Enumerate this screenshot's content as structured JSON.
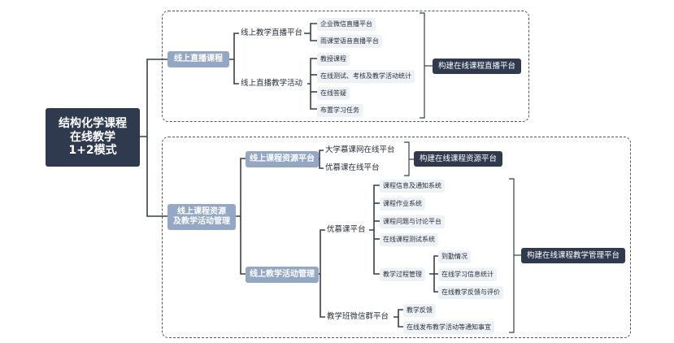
{
  "root": {
    "lines": [
      "结构化学课程",
      "在线教学",
      "1+2模式"
    ]
  },
  "section_live": {
    "title": "线上直播课程",
    "platform_node": "线上教学直播平台",
    "platforms": [
      "企业微信直播平台",
      "雨课堂语音直播平台"
    ],
    "activity_node": "线上直播教学活动",
    "activities": [
      "教授课程",
      "在线测试、考核及教学活动统计",
      "在线答疑",
      "布置学习任务"
    ],
    "summary": "构建在线课程直播平台"
  },
  "section_resource": {
    "title_lines": [
      "线上课程资源",
      "及教学活动管理"
    ],
    "resource_node": "线上课程资源平台",
    "resource_platforms": [
      "大学慕课网在线平台",
      "优慕课在线平台"
    ],
    "resource_summary": "构建在线课程资源平台",
    "activity_mgmt_node": "线上教学活动管理",
    "youmooc_node": "优慕课平台",
    "youmooc_items": [
      "课程信息及通知系统",
      "课程作业系统",
      "课程问题与讨论平台",
      "在线课程测试系统"
    ],
    "process_node": "教学过程管理",
    "process_items": [
      "到勤情况",
      "在线学习信息统计",
      "在线教学反馈与评价"
    ],
    "wechat_node": "教学班微信群平台",
    "wechat_items": [
      "教学反馈",
      "在线发布教学活动等通知事宜"
    ],
    "mgmt_summary": "构建在线课程教学管理平台"
  }
}
